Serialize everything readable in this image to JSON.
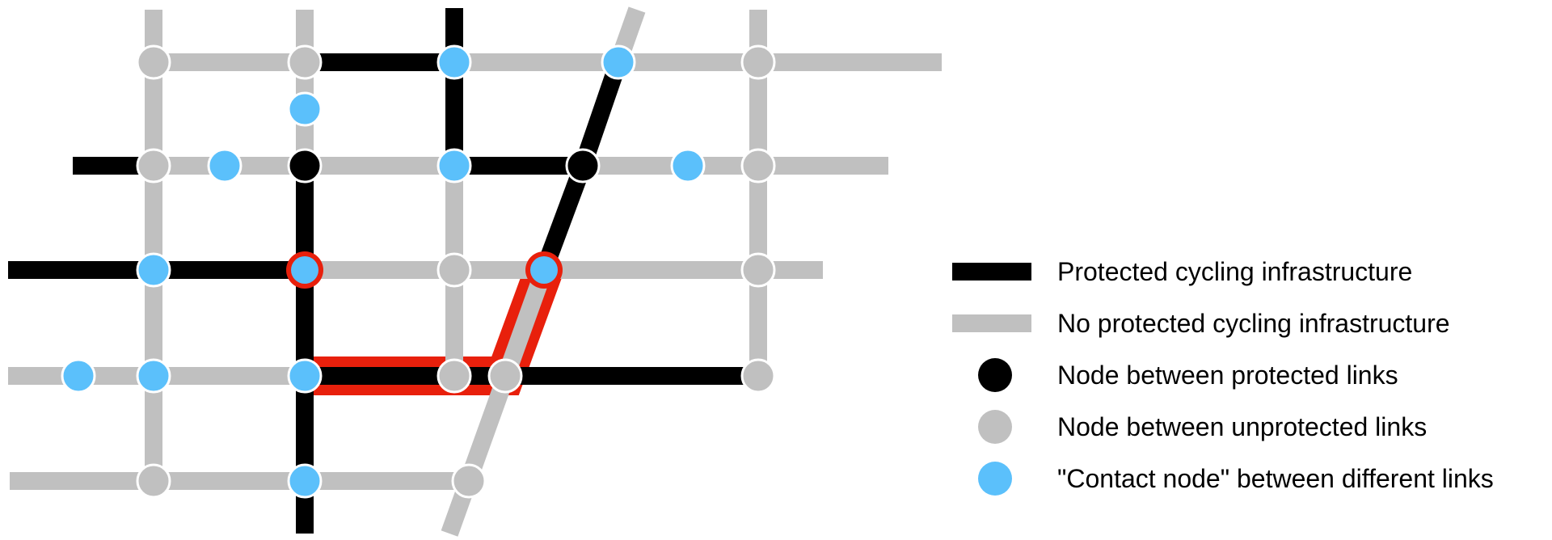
{
  "colors": {
    "protected": "#000000",
    "unprotected": "#c0c0c0",
    "contact": "#5bc0fb",
    "route_highlight": "#e8200c",
    "node_outline": "#ffffff"
  },
  "legend": {
    "items": [
      {
        "kind": "line",
        "color": "#000000",
        "label": "Protected cycling infrastructure"
      },
      {
        "kind": "line",
        "color": "#c0c0c0",
        "label": "No protected cycling infrastructure"
      },
      {
        "kind": "dot",
        "color": "#000000",
        "label": "Node between protected links"
      },
      {
        "kind": "dot",
        "color": "#c0c0c0",
        "label": "Node between unprotected links"
      },
      {
        "kind": "dot",
        "color": "#5bc0fb",
        "label": "\"Contact node\" between different links"
      }
    ]
  },
  "network": {
    "highlighted_route": [
      "D",
      "P",
      "Q",
      "J"
    ],
    "nodes": [
      {
        "id": "a",
        "type": "unprotected"
      },
      {
        "id": "b",
        "type": "unprotected"
      },
      {
        "id": "c",
        "type": "contact"
      },
      {
        "id": "d",
        "type": "contact"
      },
      {
        "id": "e",
        "type": "unprotected"
      },
      {
        "id": "f",
        "type": "contact"
      },
      {
        "id": "g",
        "type": "unprotected"
      },
      {
        "id": "h",
        "type": "contact"
      },
      {
        "id": "i",
        "type": "protected"
      },
      {
        "id": "j",
        "type": "contact"
      },
      {
        "id": "k",
        "type": "protected"
      },
      {
        "id": "l",
        "type": "contact"
      },
      {
        "id": "m",
        "type": "unprotected"
      },
      {
        "id": "n",
        "type": "contact"
      },
      {
        "id": "o",
        "type": "contact"
      },
      {
        "id": "p",
        "type": "unprotected"
      },
      {
        "id": "q",
        "type": "contact"
      },
      {
        "id": "r",
        "type": "unprotected"
      },
      {
        "id": "s",
        "type": "contact"
      },
      {
        "id": "t",
        "type": "contact"
      },
      {
        "id": "u",
        "type": "contact"
      },
      {
        "id": "v",
        "type": "unprotected"
      },
      {
        "id": "w",
        "type": "unprotected"
      },
      {
        "id": "x",
        "type": "unprotected"
      },
      {
        "id": "y",
        "type": "unprotected"
      },
      {
        "id": "z",
        "type": "contact"
      },
      {
        "id": "aa",
        "type": "unprotected"
      }
    ],
    "links": [
      {
        "type": "unprotected"
      },
      {
        "type": "unprotected"
      },
      {
        "type": "protected"
      },
      {
        "type": "unprotected"
      },
      {
        "type": "unprotected"
      },
      {
        "type": "unprotected"
      },
      {
        "type": "protected"
      },
      {
        "type": "protected"
      },
      {
        "type": "unprotected"
      },
      {
        "type": "unprotected"
      },
      {
        "type": "protected"
      },
      {
        "type": "unprotected"
      },
      {
        "type": "unprotected"
      },
      {
        "type": "protected"
      },
      {
        "type": "unprotected"
      },
      {
        "type": "unprotected"
      },
      {
        "type": "unprotected"
      },
      {
        "type": "unprotected"
      },
      {
        "type": "unprotected"
      },
      {
        "type": "protected"
      },
      {
        "type": "protected"
      },
      {
        "type": "unprotected"
      },
      {
        "type": "unprotected"
      },
      {
        "type": "protected"
      },
      {
        "type": "protected"
      },
      {
        "type": "protected"
      },
      {
        "type": "unprotected"
      },
      {
        "type": "unprotected"
      },
      {
        "type": "unprotected"
      },
      {
        "type": "protected"
      },
      {
        "type": "unprotected"
      },
      {
        "type": "unprotected"
      },
      {
        "type": "unprotected"
      }
    ]
  }
}
